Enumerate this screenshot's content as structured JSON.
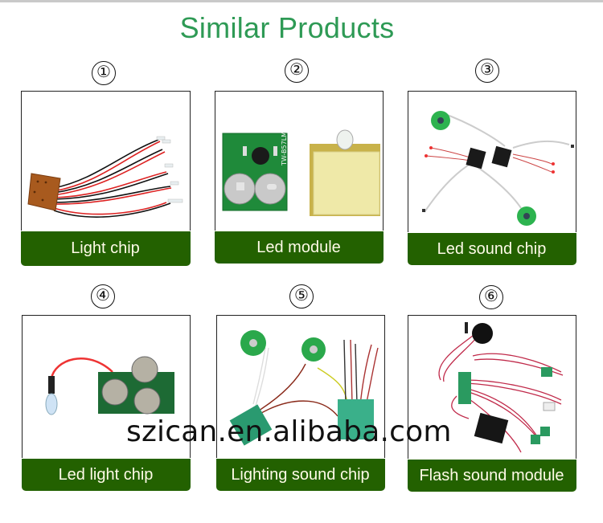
{
  "title": "Similar Products",
  "watermark": "szican.en.alibaba.com",
  "colors": {
    "title": "#2e9a55",
    "label_bg": "#236100",
    "label_text": "#fffbe8",
    "card_border": "#222222"
  },
  "products": [
    {
      "number": "①",
      "label": "Light chip"
    },
    {
      "number": "②",
      "label": "Led module"
    },
    {
      "number": "③",
      "label": "Led sound chip"
    },
    {
      "number": "④",
      "label": "Led light chip"
    },
    {
      "number": "⑤",
      "label": "Lighting sound chip"
    },
    {
      "number": "⑥",
      "label": "Flash sound module"
    }
  ]
}
